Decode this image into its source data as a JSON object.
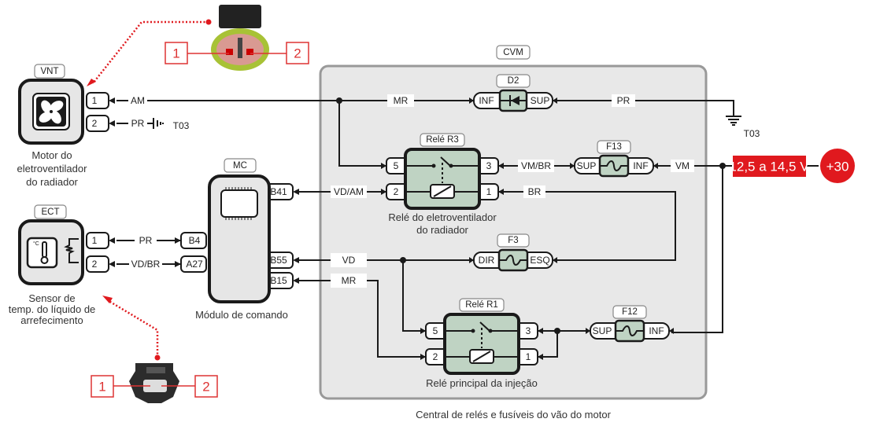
{
  "title": "Diagrama elétrico do eletroventilador do radiador",
  "caption": "Central de relés e fusíveis do vão do motor",
  "colors": {
    "accent_red": "#e0191e",
    "relay_green": "#bfd3c3",
    "box_gray": "#e6e6e6"
  },
  "components": {
    "vnt": {
      "tag": "VNT",
      "caption_lines": [
        "Motor do",
        "eletroventilador",
        "do radiador"
      ],
      "pins": [
        "1",
        "2"
      ],
      "icon": "fan-icon"
    },
    "ect": {
      "tag": "ECT",
      "caption_lines": [
        "Sensor de",
        "temp. do líquido de",
        "arrefecimento"
      ],
      "pins": [
        "1",
        "2"
      ],
      "icon": "thermometer-icon",
      "unit": "°C"
    },
    "mc": {
      "tag": "MC",
      "caption": "Módulo de comando",
      "pins_left": [
        "B4",
        "A27"
      ],
      "pins_right": [
        "B41",
        "B55",
        "B15"
      ],
      "icon": "chip-icon"
    },
    "cvm": {
      "tag": "CVM"
    },
    "d2": {
      "tag": "D2",
      "left": "INF",
      "right": "SUP",
      "icon": "diode-icon"
    },
    "r3": {
      "tag": "Relé R3",
      "caption_lines": [
        "Relé do eletroventilador",
        "do radiador"
      ],
      "pins_left": [
        "5",
        "2"
      ],
      "pins_right": [
        "3",
        "1"
      ]
    },
    "r1": {
      "tag": "Relé R1",
      "caption": "Relé principal da injeção",
      "pins_left": [
        "5",
        "2"
      ],
      "pins_right": [
        "3",
        "1"
      ]
    },
    "f13": {
      "tag": "F13",
      "left": "SUP",
      "right": "INF"
    },
    "f3": {
      "tag": "F3",
      "left": "DIR",
      "right": "ESQ"
    },
    "f12": {
      "tag": "F12",
      "left": "SUP",
      "right": "INF"
    }
  },
  "wires": {
    "vnt1": "AM",
    "vnt2": "PR",
    "ground_vnt": "T03",
    "mr_top": "MR",
    "pr_top": "PR",
    "ground_top": "T03",
    "vmbr": "VM/BR",
    "vm": "VM",
    "vdam": "VD/AM",
    "br": "BR",
    "ect1": "PR",
    "ect2": "VD/BR",
    "vd": "VD",
    "mr_low": "MR"
  },
  "supply": {
    "voltage": "12,5 a 14,5 V",
    "terminal": "+30"
  },
  "connectors": {
    "top": {
      "pin_a": "1",
      "pin_b": "2"
    },
    "bottom": {
      "pin_a": "1",
      "pin_b": "2"
    }
  }
}
